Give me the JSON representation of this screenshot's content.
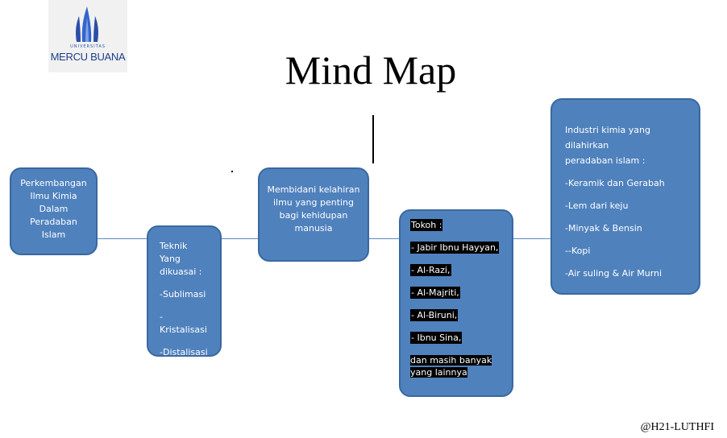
{
  "logo": {
    "subtitle": "UNIVERSITAS",
    "name": "MERCU BUANA"
  },
  "title": "Mind Map",
  "boxes": {
    "perkembangan": {
      "lines": [
        "Perkembangan",
        "Ilmu Kimia",
        "Dalam",
        "Peradaban",
        "Islam"
      ]
    },
    "teknik": {
      "title_lines": [
        "Teknik Yang",
        "dikuasai :"
      ],
      "items": [
        "-Sublimasi",
        "-Kristalisasi",
        "-Distalisasi"
      ]
    },
    "membidani": {
      "lines": [
        "Membidani kelahiran",
        "ilmu yang penting",
        "bagi kehidupan",
        "manusia"
      ]
    },
    "tokoh": {
      "title": "Tokoh :",
      "items": [
        "- Jabir Ibnu Hayyan,",
        "- Al-Razi,",
        "- Al-Majriti,",
        "- Al-Biruni,",
        "- Ibnu Sina,"
      ],
      "last_lines": [
        "dan masih banyak",
        "yang lainnya"
      ]
    },
    "industri": {
      "title_lines": [
        "Industri kimia yang dilahirkan",
        "peradaban islam :"
      ],
      "items": [
        "-Keramik dan Gerabah",
        "-Lem dari keju",
        "-Minyak & Bensin",
        "--Kopi",
        "-Air suling & Air Murni"
      ]
    }
  },
  "footer": "@H21-LUTHFI"
}
